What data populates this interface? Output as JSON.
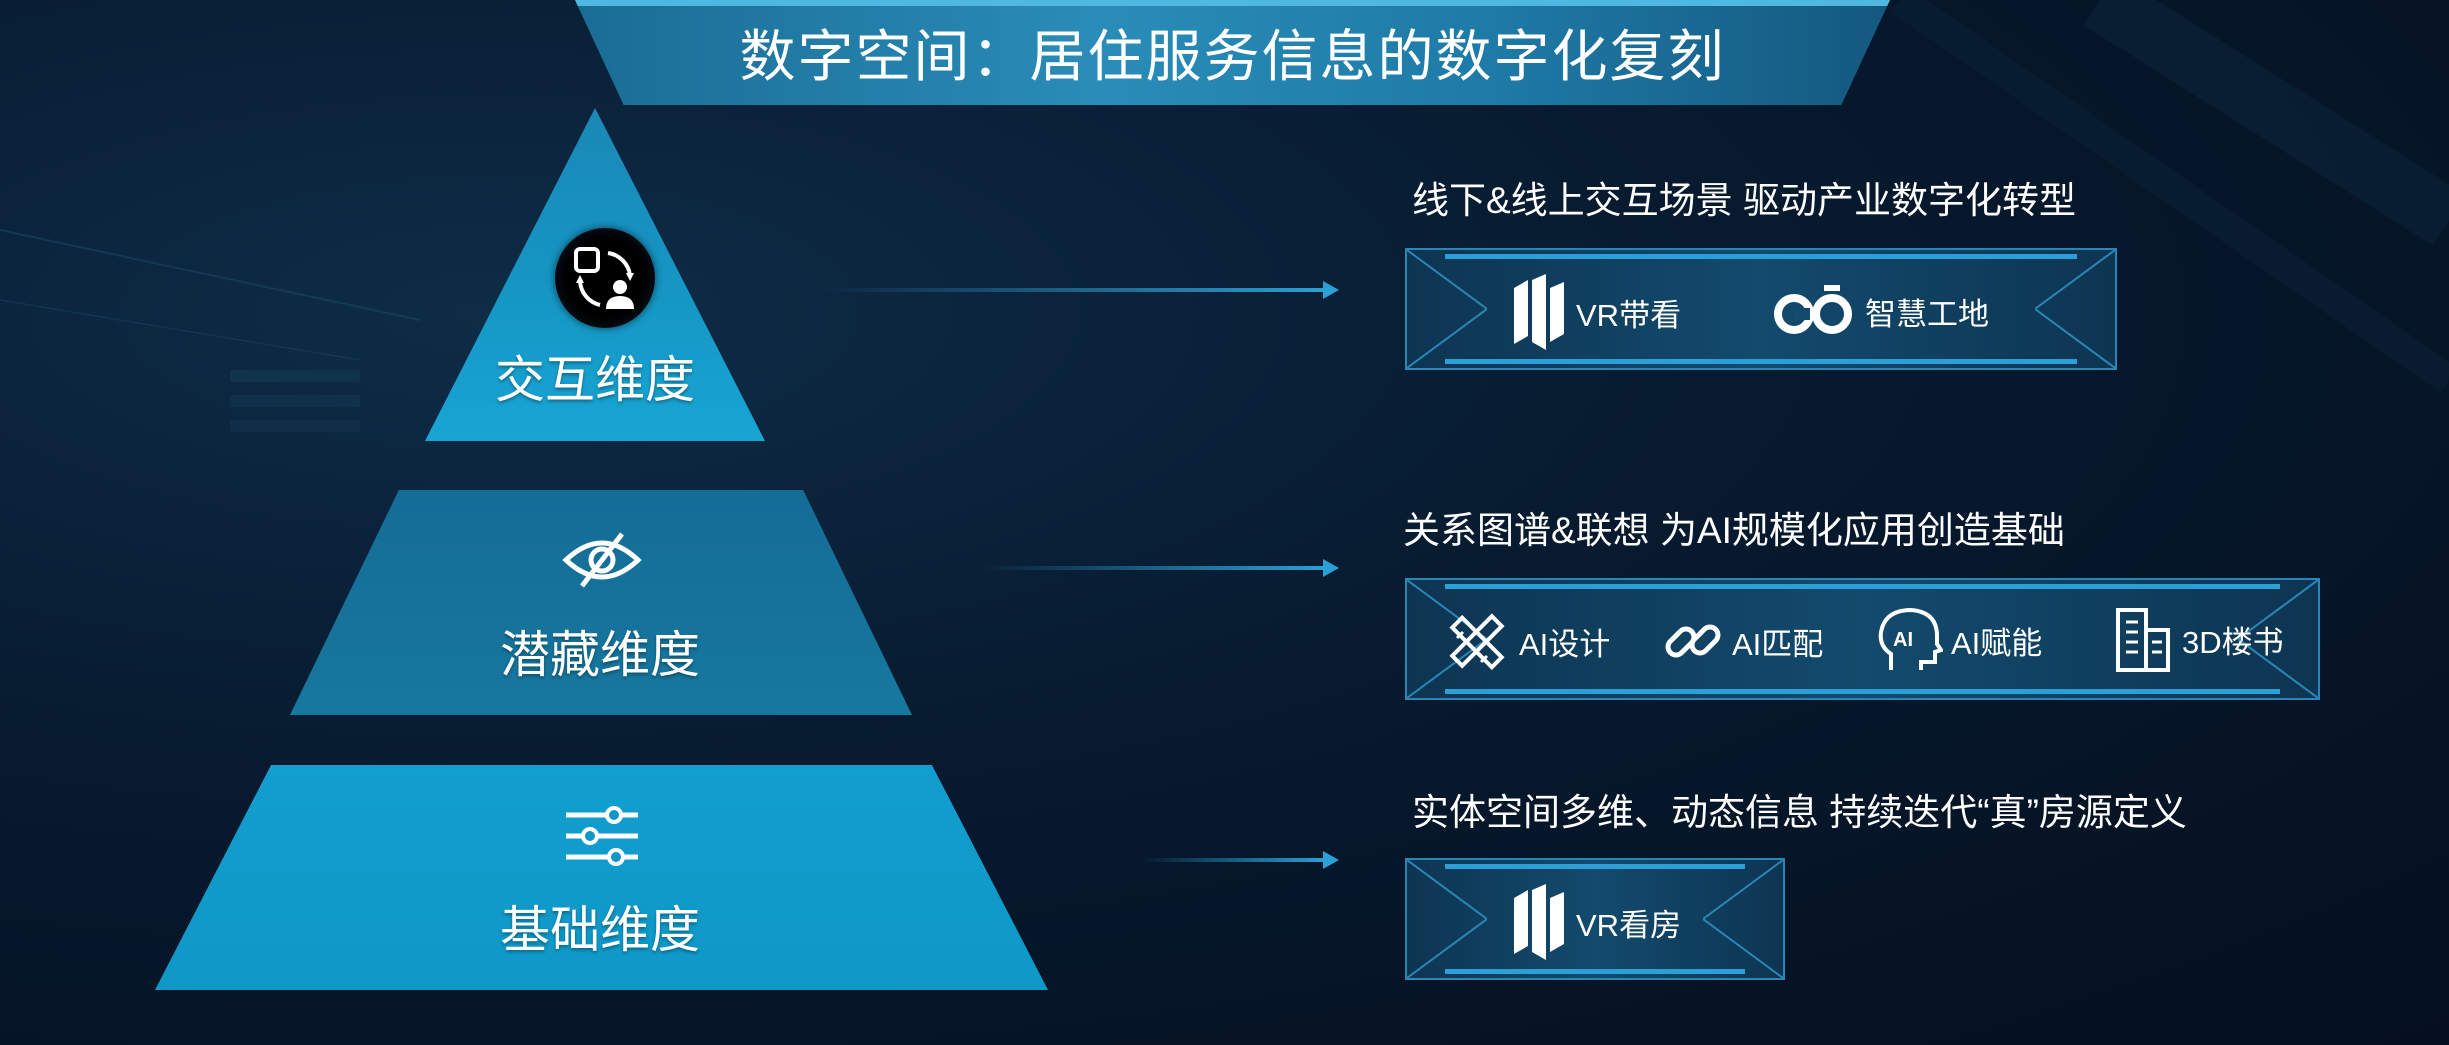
{
  "title": "数字空间：居住服务信息的数字化复刻",
  "pyramid": {
    "top": {
      "label": "交互维度",
      "icon": "user-cycle-icon"
    },
    "middle": {
      "label": "潜藏维度",
      "icon": "eye-slash-icon"
    },
    "bottom": {
      "label": "基础维度",
      "icon": "sliders-icon"
    }
  },
  "rows": [
    {
      "heading": "线下&线上交互场景 驱动产业数字化转型",
      "features": [
        {
          "label": "VR带看",
          "icon": "vr-logo-icon"
        },
        {
          "label": "智慧工地",
          "icon": "smart-site-logo-icon"
        }
      ]
    },
    {
      "heading": "关系图谱&联想  为AI规模化应用创造基础",
      "features": [
        {
          "label": "AI设计",
          "icon": "ruler-pencil-icon"
        },
        {
          "label": "AI匹配",
          "icon": "link-icon"
        },
        {
          "label": "AI赋能",
          "icon": "ai-head-icon"
        },
        {
          "label": "3D楼书",
          "icon": "building-icon"
        }
      ]
    },
    {
      "heading": "实体空间多维、动态信息 持续迭代“真”房源定义",
      "features": [
        {
          "label": "VR看房",
          "icon": "vr-logo-icon"
        }
      ]
    }
  ],
  "colors": {
    "background": "#071a2f",
    "accent": "#2ba0d6",
    "tier_top": "#1596c4",
    "tier_middle": "#17789f",
    "tier_bottom": "#0f97c7"
  }
}
